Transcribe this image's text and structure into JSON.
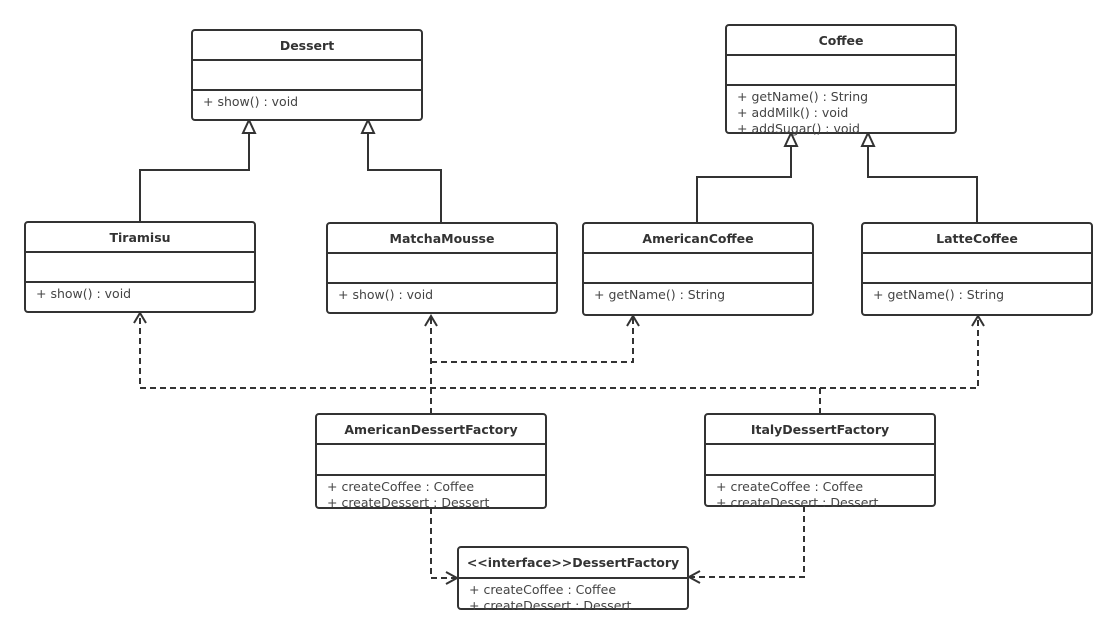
{
  "classes": {
    "dessert": {
      "name": "Dessert",
      "methods": [
        "+ show() : void"
      ]
    },
    "coffee": {
      "name": "Coffee",
      "methods": [
        "+ getName() : String",
        "+ addMilk() : void",
        "+ addSugar() : void"
      ]
    },
    "tiramisu": {
      "name": "Tiramisu",
      "methods": [
        "+ show() : void"
      ]
    },
    "matcha_mousse": {
      "name": "MatchaMousse",
      "methods": [
        "+ show() : void"
      ]
    },
    "american_coffee": {
      "name": "AmericanCoffee",
      "methods": [
        "+ getName() : String"
      ]
    },
    "latte_coffee": {
      "name": "LatteCoffee",
      "methods": [
        "+ getName() : String"
      ]
    },
    "american_dessert_factory": {
      "name": "AmericanDessertFactory",
      "methods": [
        "+ createCoffee : Coffee",
        "+ createDessert : Dessert"
      ]
    },
    "italy_dessert_factory": {
      "name": "ItalyDessertFactory",
      "methods": [
        "+ createCoffee : Coffee",
        "+ createDessert : Dessert"
      ]
    },
    "dessert_factory": {
      "name": "<<interface>>DessertFactory",
      "methods": [
        "+ createCoffee : Coffee",
        "+ createDessert : Dessert"
      ]
    }
  },
  "relations": [
    {
      "type": "generalization",
      "from": "Tiramisu",
      "to": "Dessert"
    },
    {
      "type": "generalization",
      "from": "MatchaMousse",
      "to": "Dessert"
    },
    {
      "type": "generalization",
      "from": "AmericanCoffee",
      "to": "Coffee"
    },
    {
      "type": "generalization",
      "from": "LatteCoffee",
      "to": "Coffee"
    },
    {
      "type": "dependency",
      "from": "AmericanDessertFactory",
      "to": "MatchaMousse"
    },
    {
      "type": "dependency",
      "from": "AmericanDessertFactory",
      "to": "AmericanCoffee"
    },
    {
      "type": "dependency",
      "from": "ItalyDessertFactory",
      "to": "Tiramisu"
    },
    {
      "type": "dependency",
      "from": "ItalyDessertFactory",
      "to": "LatteCoffee"
    },
    {
      "type": "realization",
      "from": "AmericanDessertFactory",
      "to": "<<interface>>DessertFactory"
    },
    {
      "type": "realization",
      "from": "ItalyDessertFactory",
      "to": "<<interface>>DessertFactory"
    }
  ]
}
